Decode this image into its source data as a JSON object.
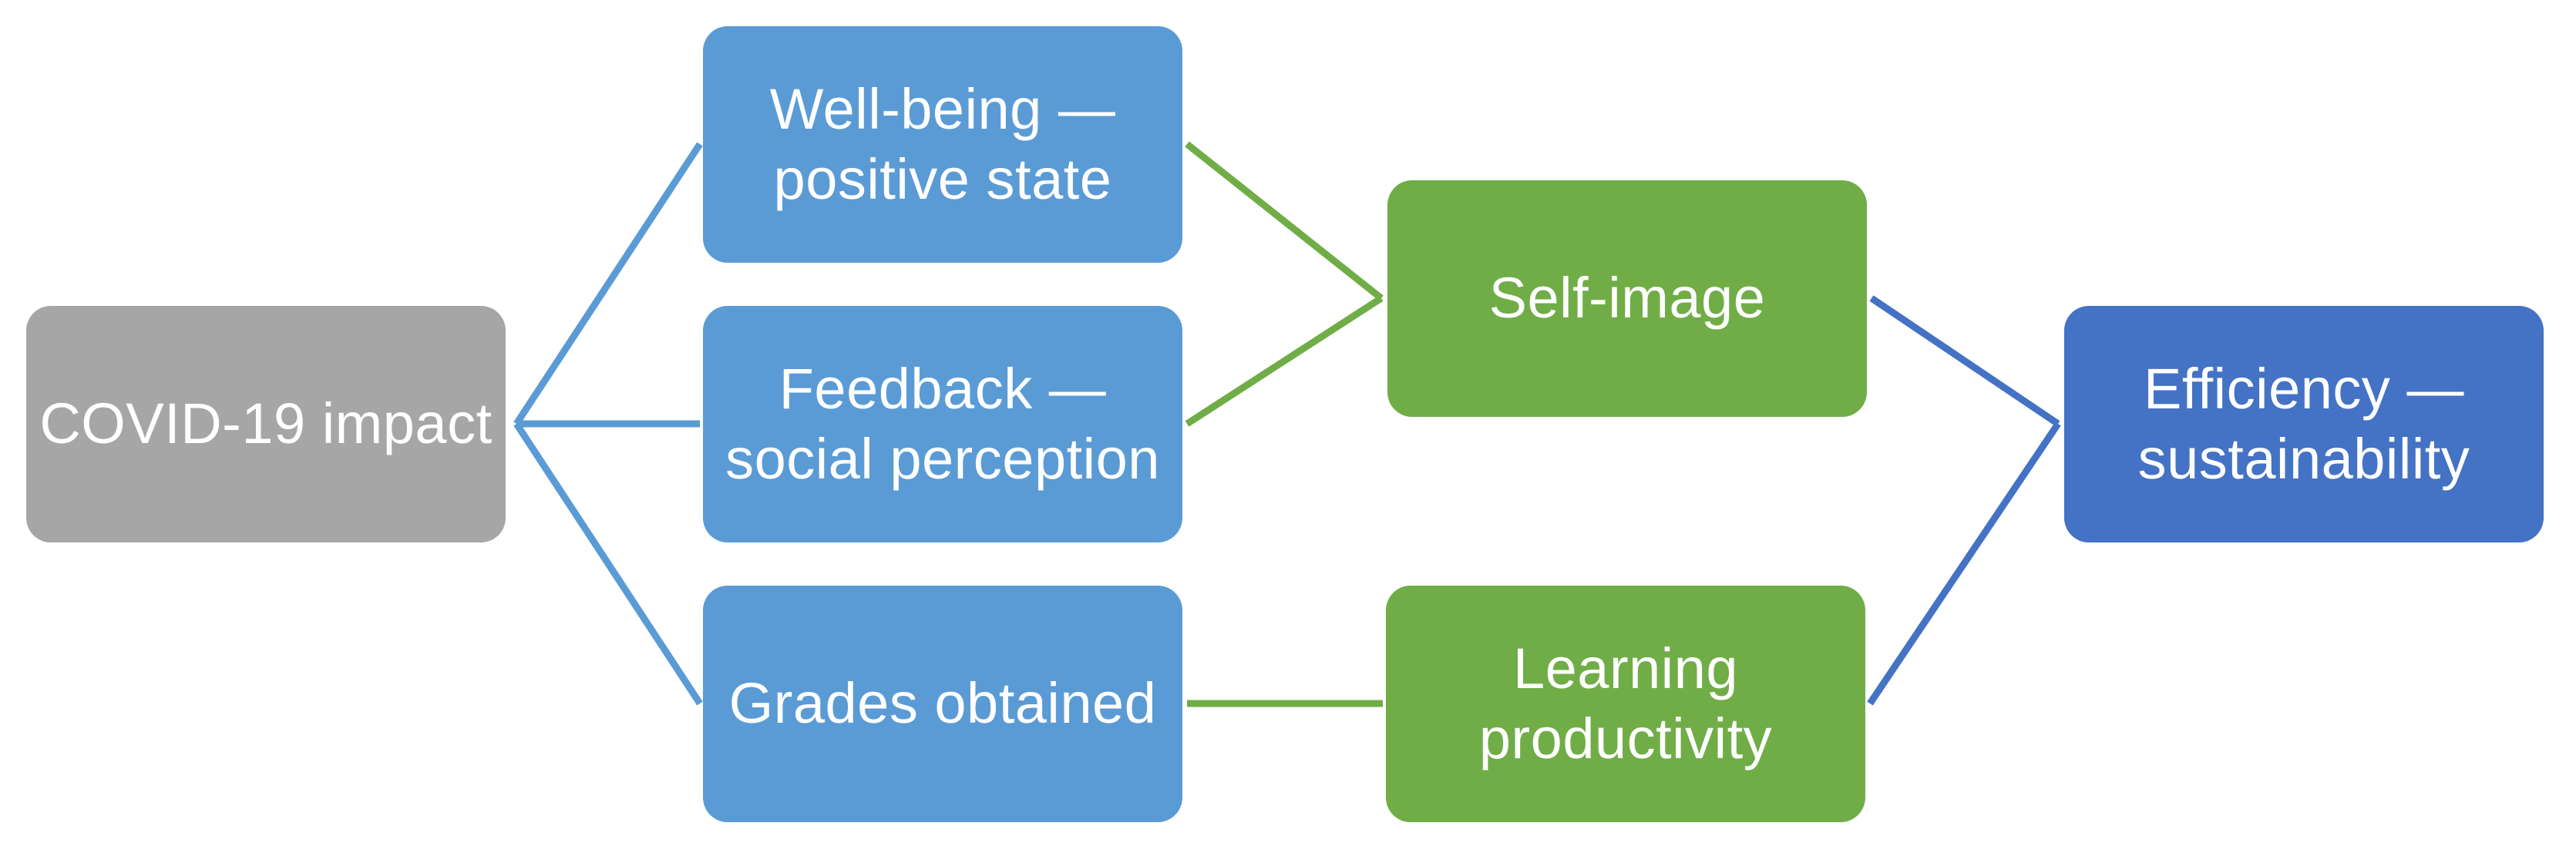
{
  "colors": {
    "background": "#FFFFFF",
    "text": "#FFFFFF",
    "node_gray": "#A6A6A6",
    "node_blue": "#5B9BD5",
    "node_green": "#70AD47",
    "node_dark_blue": "#4472C4"
  },
  "diagram": {
    "type": "flow-diagram",
    "nodes": [
      {
        "id": "covid",
        "label": "COVID-19 impact",
        "lines": [
          "COVID-19 impact"
        ],
        "color": "#A6A6A6"
      },
      {
        "id": "wellbeing",
        "label": "Well-being — positive state",
        "lines": [
          "Well-being —",
          "positive state"
        ],
        "color": "#5B9BD5"
      },
      {
        "id": "feedback",
        "label": "Feedback — social perception",
        "lines": [
          "Feedback —",
          "social perception"
        ],
        "color": "#5B9BD5"
      },
      {
        "id": "grades",
        "label": "Grades obtained",
        "lines": [
          "Grades obtained"
        ],
        "color": "#5B9BD5"
      },
      {
        "id": "selfimage",
        "label": "Self-image",
        "lines": [
          "Self-image"
        ],
        "color": "#70AD47"
      },
      {
        "id": "learning",
        "label": "Learning productivity",
        "lines": [
          "Learning",
          "productivity"
        ],
        "color": "#70AD47"
      },
      {
        "id": "efficiency",
        "label": "Efficiency — sustainability",
        "lines": [
          "Efficiency —",
          "sustainability"
        ],
        "color": "#4472C4"
      }
    ],
    "edges": [
      {
        "from": "covid",
        "to": "wellbeing",
        "color": "#5B9BD5"
      },
      {
        "from": "covid",
        "to": "feedback",
        "color": "#5B9BD5"
      },
      {
        "from": "covid",
        "to": "grades",
        "color": "#5B9BD5"
      },
      {
        "from": "wellbeing",
        "to": "selfimage",
        "color": "#70AD47"
      },
      {
        "from": "feedback",
        "to": "selfimage",
        "color": "#70AD47"
      },
      {
        "from": "grades",
        "to": "learning",
        "color": "#70AD47"
      },
      {
        "from": "selfimage",
        "to": "efficiency",
        "color": "#4472C4"
      },
      {
        "from": "learning",
        "to": "efficiency",
        "color": "#4472C4"
      }
    ]
  }
}
